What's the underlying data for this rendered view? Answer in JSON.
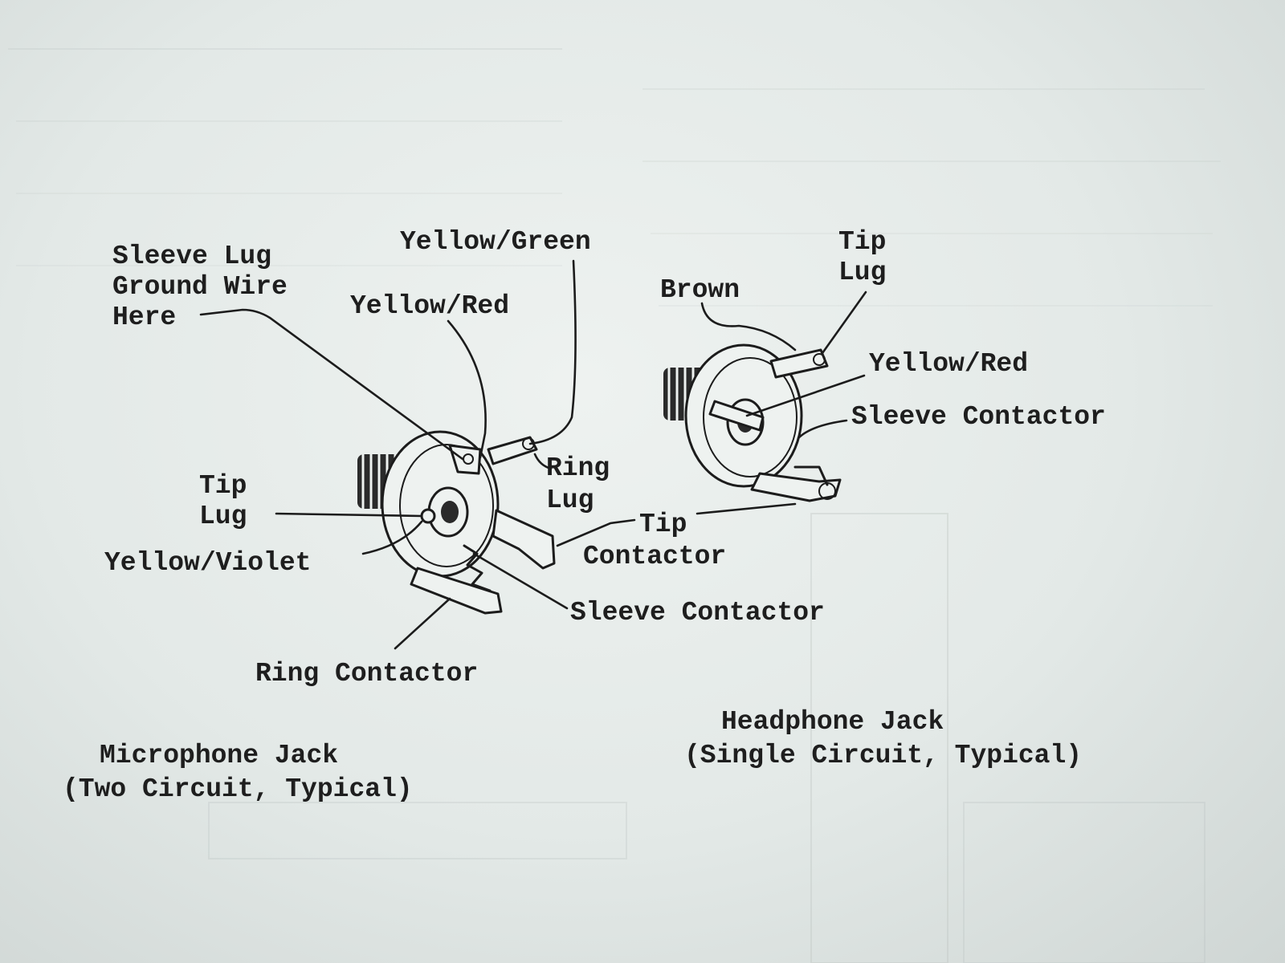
{
  "microphone_jack": {
    "labels": {
      "sleeve_lug": [
        "Sleeve Lug",
        "Ground Wire",
        "Here"
      ],
      "yellow_green": "Yellow/Green",
      "yellow_red": "Yellow/Red",
      "ring_lug": [
        "Ring",
        "Lug"
      ],
      "tip_lug": [
        "Tip",
        "Lug"
      ],
      "yellow_violet": "Yellow/Violet",
      "tip_contactor": [
        "Tip",
        "Contactor"
      ],
      "sleeve_contactor": "Sleeve Contactor",
      "ring_contactor": "Ring Contactor"
    },
    "caption": [
      "Microphone Jack",
      "(Two Circuit, Typical)"
    ]
  },
  "headphone_jack": {
    "labels": {
      "tip_lug": [
        "Tip",
        "Lug"
      ],
      "brown": "Brown",
      "yellow_red": "Yellow/Red",
      "sleeve_contactor": "Sleeve Contactor"
    },
    "caption": [
      "Headphone Jack",
      "(Single Circuit, Typical)"
    ]
  }
}
